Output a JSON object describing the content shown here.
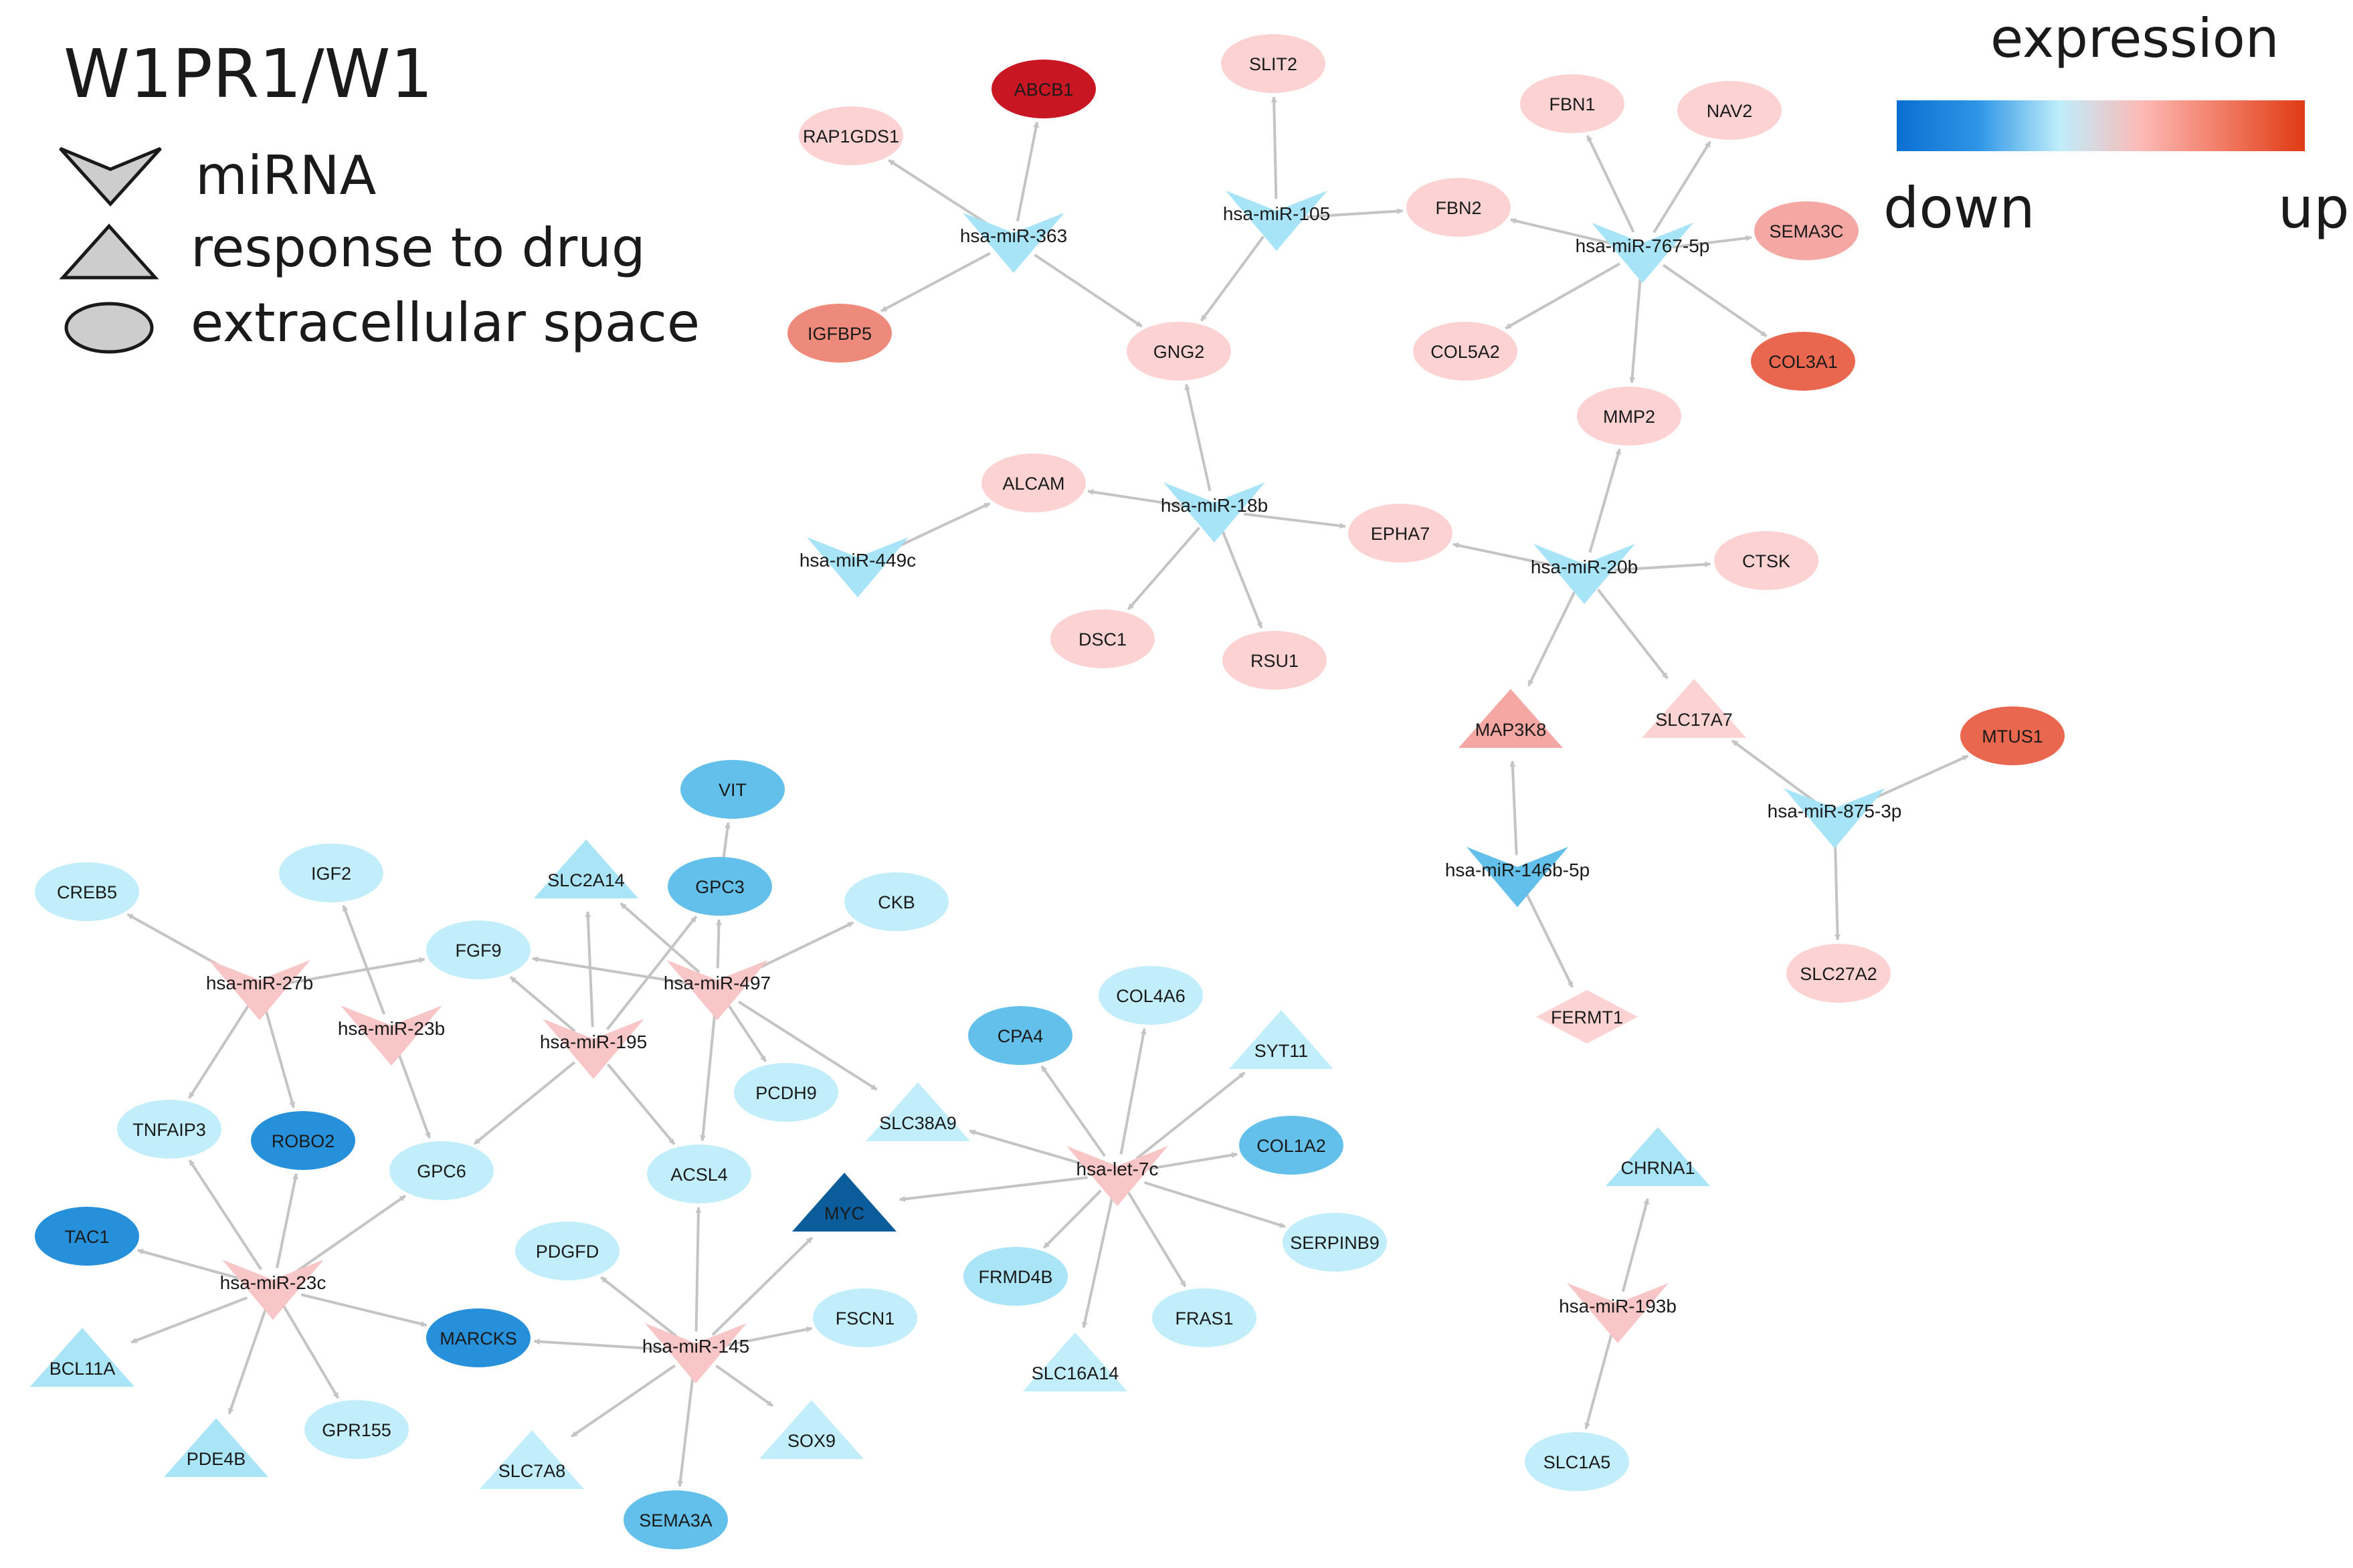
{
  "title": "W1PR1/W1",
  "legend": {
    "shapes": [
      {
        "shape": "mirna",
        "label": "miRNA"
      },
      {
        "shape": "triangle",
        "label": "response to drug"
      },
      {
        "shape": "ellipse",
        "label": "extracellular space"
      }
    ],
    "colorbar": {
      "title": "expression",
      "low_label": "down",
      "high_label": "up",
      "stops": [
        "#0a6fd1",
        "#2e95e6",
        "#bfeefb",
        "#fdb9b6",
        "#f07b63",
        "#e03a14"
      ]
    }
  },
  "palette": {
    "up1": "#fcd2d3",
    "up2": "#f5a7a3",
    "up3": "#ee8a7b",
    "up4": "#e9674f",
    "up_max": "#c81723",
    "dn1": "#c2eefb",
    "dn2": "#a9e4f7",
    "dn3": "#62c0ea",
    "dn4": "#2790db",
    "dn_max": "#0b5c9b",
    "mir_up": "#f8c6c7",
    "mir_dn": "#a8e4f7",
    "edge": "#c4c4c4"
  },
  "nodes": [
    {
      "id": "ABCB1",
      "label": "ABCB1",
      "shape": "ellipse",
      "color": "up_max"
    },
    {
      "id": "SLIT2",
      "label": "SLIT2",
      "shape": "ellipse",
      "color": "up1"
    },
    {
      "id": "RAP1GDS1",
      "label": "RAP1GDS1",
      "shape": "ellipse",
      "color": "up1"
    },
    {
      "id": "mir363",
      "label": "hsa-miR-363",
      "shape": "mirna",
      "color": "mir_dn"
    },
    {
      "id": "mir105",
      "label": "hsa-miR-105",
      "shape": "mirna",
      "color": "mir_dn"
    },
    {
      "id": "IGFBP5",
      "label": "IGFBP5",
      "shape": "ellipse",
      "color": "up3"
    },
    {
      "id": "GNG2",
      "label": "GNG2",
      "shape": "ellipse",
      "color": "up1"
    },
    {
      "id": "FBN1",
      "label": "FBN1",
      "shape": "ellipse",
      "color": "up1"
    },
    {
      "id": "NAV2",
      "label": "NAV2",
      "shape": "ellipse",
      "color": "up1"
    },
    {
      "id": "FBN2",
      "label": "FBN2",
      "shape": "ellipse",
      "color": "up1"
    },
    {
      "id": "SEMA3C",
      "label": "SEMA3C",
      "shape": "ellipse",
      "color": "up2"
    },
    {
      "id": "mir7675p",
      "label": "hsa-miR-767-5p",
      "shape": "mirna",
      "color": "mir_dn"
    },
    {
      "id": "COL5A2",
      "label": "COL5A2",
      "shape": "ellipse",
      "color": "up1"
    },
    {
      "id": "COL3A1",
      "label": "COL3A1",
      "shape": "ellipse",
      "color": "up4"
    },
    {
      "id": "MMP2",
      "label": "MMP2",
      "shape": "ellipse",
      "color": "up1"
    },
    {
      "id": "ALCAM",
      "label": "ALCAM",
      "shape": "ellipse",
      "color": "up1"
    },
    {
      "id": "mir18b",
      "label": "hsa-miR-18b",
      "shape": "mirna",
      "color": "mir_dn"
    },
    {
      "id": "mir449c",
      "label": "hsa-miR-449c",
      "shape": "mirna",
      "color": "mir_dn"
    },
    {
      "id": "EPHA7",
      "label": "EPHA7",
      "shape": "ellipse",
      "color": "up1"
    },
    {
      "id": "mir20b",
      "label": "hsa-miR-20b",
      "shape": "mirna",
      "color": "mir_dn"
    },
    {
      "id": "CTSK",
      "label": "CTSK",
      "shape": "ellipse",
      "color": "up1"
    },
    {
      "id": "DSC1",
      "label": "DSC1",
      "shape": "ellipse",
      "color": "up1"
    },
    {
      "id": "RSU1",
      "label": "RSU1",
      "shape": "ellipse",
      "color": "up1"
    },
    {
      "id": "MAP3K8",
      "label": "MAP3K8",
      "shape": "triangle",
      "color": "up2"
    },
    {
      "id": "SLC17A7",
      "label": "SLC17A7",
      "shape": "triangle",
      "color": "up1"
    },
    {
      "id": "MTUS1",
      "label": "MTUS1",
      "shape": "ellipse",
      "color": "up4"
    },
    {
      "id": "mir8753p",
      "label": "hsa-miR-875-3p",
      "shape": "mirna",
      "color": "mir_dn"
    },
    {
      "id": "mir146b5p",
      "label": "hsa-miR-146b-5p",
      "shape": "mirna",
      "color": "dn3"
    },
    {
      "id": "SLC27A2",
      "label": "SLC27A2",
      "shape": "ellipse",
      "color": "up1"
    },
    {
      "id": "FERMT1",
      "label": "FERMT1",
      "shape": "diamond",
      "color": "up1"
    },
    {
      "id": "VIT",
      "label": "VIT",
      "shape": "ellipse",
      "color": "dn3"
    },
    {
      "id": "SLC2A14",
      "label": "SLC2A14",
      "shape": "triangle",
      "color": "dn2"
    },
    {
      "id": "GPC3",
      "label": "GPC3",
      "shape": "ellipse",
      "color": "dn3"
    },
    {
      "id": "IGF2",
      "label": "IGF2",
      "shape": "ellipse",
      "color": "dn1"
    },
    {
      "id": "CREB5",
      "label": "CREB5",
      "shape": "ellipse",
      "color": "dn1"
    },
    {
      "id": "CKB",
      "label": "CKB",
      "shape": "ellipse",
      "color": "dn1"
    },
    {
      "id": "FGF9",
      "label": "FGF9",
      "shape": "ellipse",
      "color": "dn1"
    },
    {
      "id": "mir27b",
      "label": "hsa-miR-27b",
      "shape": "mirna",
      "color": "mir_up"
    },
    {
      "id": "mir497",
      "label": "hsa-miR-497",
      "shape": "mirna",
      "color": "mir_up"
    },
    {
      "id": "mir23b",
      "label": "hsa-miR-23b",
      "shape": "mirna",
      "color": "mir_up"
    },
    {
      "id": "mir195",
      "label": "hsa-miR-195",
      "shape": "mirna",
      "color": "mir_up"
    },
    {
      "id": "PCDH9",
      "label": "PCDH9",
      "shape": "ellipse",
      "color": "dn1"
    },
    {
      "id": "COL4A6",
      "label": "COL4A6",
      "shape": "ellipse",
      "color": "dn1"
    },
    {
      "id": "CPA4",
      "label": "CPA4",
      "shape": "ellipse",
      "color": "dn3"
    },
    {
      "id": "SYT11",
      "label": "SYT11",
      "shape": "triangle",
      "color": "dn1"
    },
    {
      "id": "TNFAIP3",
      "label": "TNFAIP3",
      "shape": "ellipse",
      "color": "dn1"
    },
    {
      "id": "ROBO2",
      "label": "ROBO2",
      "shape": "ellipse",
      "color": "dn4"
    },
    {
      "id": "GPC6",
      "label": "GPC6",
      "shape": "ellipse",
      "color": "dn1"
    },
    {
      "id": "ACSL4",
      "label": "ACSL4",
      "shape": "ellipse",
      "color": "dn1"
    },
    {
      "id": "SLC38A9",
      "label": "SLC38A9",
      "shape": "triangle",
      "color": "dn1"
    },
    {
      "id": "MYC",
      "label": "MYC",
      "shape": "triangle",
      "color": "dn_max"
    },
    {
      "id": "mirlet7c",
      "label": "hsa-let-7c",
      "shape": "mirna",
      "color": "mir_up"
    },
    {
      "id": "COL1A2",
      "label": "COL1A2",
      "shape": "ellipse",
      "color": "dn3"
    },
    {
      "id": "CHRNA1",
      "label": "CHRNA1",
      "shape": "triangle",
      "color": "dn2"
    },
    {
      "id": "TAC1",
      "label": "TAC1",
      "shape": "ellipse",
      "color": "dn4"
    },
    {
      "id": "PDGFD",
      "label": "PDGFD",
      "shape": "ellipse",
      "color": "dn1"
    },
    {
      "id": "SERPINB9",
      "label": "SERPINB9",
      "shape": "ellipse",
      "color": "dn1"
    },
    {
      "id": "mir23c",
      "label": "hsa-miR-23c",
      "shape": "mirna",
      "color": "mir_up"
    },
    {
      "id": "FRMD4B",
      "label": "FRMD4B",
      "shape": "ellipse",
      "color": "dn2"
    },
    {
      "id": "FSCN1",
      "label": "FSCN1",
      "shape": "ellipse",
      "color": "dn1"
    },
    {
      "id": "MARCKS",
      "label": "MARCKS",
      "shape": "ellipse",
      "color": "dn4"
    },
    {
      "id": "FRAS1",
      "label": "FRAS1",
      "shape": "ellipse",
      "color": "dn1"
    },
    {
      "id": "mir193b",
      "label": "hsa-miR-193b",
      "shape": "mirna",
      "color": "mir_up"
    },
    {
      "id": "BCL11A",
      "label": "BCL11A",
      "shape": "triangle",
      "color": "dn2"
    },
    {
      "id": "mir145",
      "label": "hsa-miR-145",
      "shape": "mirna",
      "color": "mir_up"
    },
    {
      "id": "SLC16A14",
      "label": "SLC16A14",
      "shape": "triangle",
      "color": "dn1"
    },
    {
      "id": "PDE4B",
      "label": "PDE4B",
      "shape": "triangle",
      "color": "dn2"
    },
    {
      "id": "GPR155",
      "label": "GPR155",
      "shape": "ellipse",
      "color": "dn1"
    },
    {
      "id": "SOX9",
      "label": "SOX9",
      "shape": "triangle",
      "color": "dn1"
    },
    {
      "id": "SLC7A8",
      "label": "SLC7A8",
      "shape": "triangle",
      "color": "dn1"
    },
    {
      "id": "SEMA3A",
      "label": "SEMA3A",
      "shape": "ellipse",
      "color": "dn3"
    },
    {
      "id": "SLC1A5",
      "label": "SLC1A5",
      "shape": "ellipse",
      "color": "dn1"
    }
  ],
  "edges": [
    [
      "mir363",
      "ABCB1"
    ],
    [
      "mir363",
      "RAP1GDS1"
    ],
    [
      "mir363",
      "IGFBP5"
    ],
    [
      "mir363",
      "GNG2"
    ],
    [
      "mir105",
      "SLIT2"
    ],
    [
      "mir105",
      "FBN2"
    ],
    [
      "mir105",
      "GNG2"
    ],
    [
      "mir7675p",
      "FBN1"
    ],
    [
      "mir7675p",
      "NAV2"
    ],
    [
      "mir7675p",
      "FBN2"
    ],
    [
      "mir7675p",
      "SEMA3C"
    ],
    [
      "mir7675p",
      "COL5A2"
    ],
    [
      "mir7675p",
      "COL3A1"
    ],
    [
      "mir7675p",
      "MMP2"
    ],
    [
      "mir18b",
      "GNG2"
    ],
    [
      "mir18b",
      "ALCAM"
    ],
    [
      "mir18b",
      "EPHA7"
    ],
    [
      "mir18b",
      "DSC1"
    ],
    [
      "mir18b",
      "RSU1"
    ],
    [
      "mir449c",
      "ALCAM"
    ],
    [
      "mir20b",
      "EPHA7"
    ],
    [
      "mir20b",
      "MMP2"
    ],
    [
      "mir20b",
      "CTSK"
    ],
    [
      "mir20b",
      "MAP3K8"
    ],
    [
      "mir20b",
      "SLC17A7"
    ],
    [
      "mir8753p",
      "SLC17A7"
    ],
    [
      "mir8753p",
      "MTUS1"
    ],
    [
      "mir8753p",
      "SLC27A2"
    ],
    [
      "mir146b5p",
      "MAP3K8"
    ],
    [
      "mir146b5p",
      "FERMT1"
    ],
    [
      "mir27b",
      "CREB5"
    ],
    [
      "mir27b",
      "FGF9"
    ],
    [
      "mir27b",
      "TNFAIP3"
    ],
    [
      "mir27b",
      "ROBO2"
    ],
    [
      "mir23b",
      "IGF2"
    ],
    [
      "mir23b",
      "GPC6"
    ],
    [
      "mir195",
      "FGF9"
    ],
    [
      "mir195",
      "SLC2A14"
    ],
    [
      "mir195",
      "GPC3"
    ],
    [
      "mir195",
      "GPC6"
    ],
    [
      "mir195",
      "ACSL4"
    ],
    [
      "mir497",
      "FGF9"
    ],
    [
      "mir497",
      "SLC2A14"
    ],
    [
      "mir497",
      "GPC3"
    ],
    [
      "mir497",
      "CKB"
    ],
    [
      "mir497",
      "PCDH9"
    ],
    [
      "mir497",
      "ACSL4"
    ],
    [
      "mir497",
      "SLC38A9"
    ],
    [
      "GPC3",
      "VIT"
    ],
    [
      "mir23c",
      "TNFAIP3"
    ],
    [
      "mir23c",
      "ROBO2"
    ],
    [
      "mir23c",
      "GPC6"
    ],
    [
      "mir23c",
      "TAC1"
    ],
    [
      "mir23c",
      "MARCKS"
    ],
    [
      "mir23c",
      "BCL11A"
    ],
    [
      "mir23c",
      "PDE4B"
    ],
    [
      "mir23c",
      "GPR155"
    ],
    [
      "mir145",
      "ACSL4"
    ],
    [
      "mir145",
      "MYC"
    ],
    [
      "mir145",
      "PDGFD"
    ],
    [
      "mir145",
      "FSCN1"
    ],
    [
      "mir145",
      "MARCKS"
    ],
    [
      "mir145",
      "SLC7A8"
    ],
    [
      "mir145",
      "SOX9"
    ],
    [
      "mir145",
      "SEMA3A"
    ],
    [
      "mirlet7c",
      "CPA4"
    ],
    [
      "mirlet7c",
      "COL4A6"
    ],
    [
      "mirlet7c",
      "SYT11"
    ],
    [
      "mirlet7c",
      "COL1A2"
    ],
    [
      "mirlet7c",
      "SERPINB9"
    ],
    [
      "mirlet7c",
      "FRAS1"
    ],
    [
      "mirlet7c",
      "SLC16A14"
    ],
    [
      "mirlet7c",
      "FRMD4B"
    ],
    [
      "mirlet7c",
      "MYC"
    ],
    [
      "mirlet7c",
      "SLC38A9"
    ],
    [
      "mir193b",
      "CHRNA1"
    ],
    [
      "mir193b",
      "SLC1A5"
    ]
  ]
}
